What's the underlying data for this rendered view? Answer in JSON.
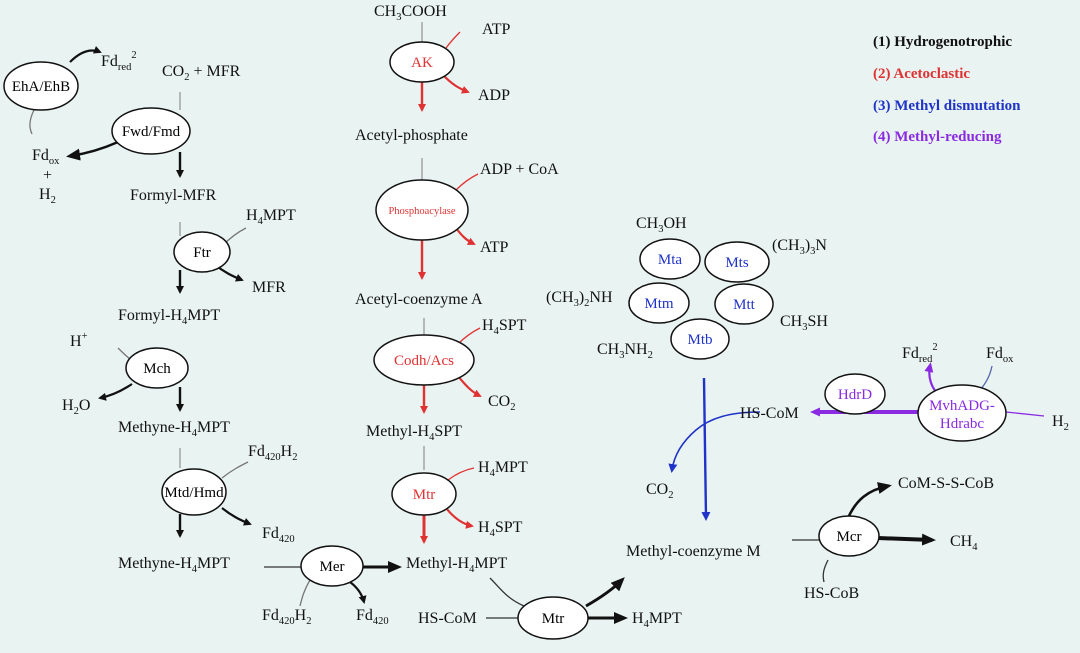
{
  "colors": {
    "background": "#e9f3f1",
    "hydrogenotrophic": "#111111",
    "acetoclastic": "#e03232",
    "methyl_dismutation": "#1f33c8",
    "methyl_reducing": "#8a2be2"
  },
  "legend": [
    {
      "text": "(1) Hydrogenotrophic",
      "color": "#111111"
    },
    {
      "text": "(2) Acetoclastic",
      "color": "#e03232"
    },
    {
      "text": "(3) Methyl dismutation",
      "color": "#1f33c8"
    },
    {
      "text": "(4) Methyl-reducing",
      "color": "#8a2be2"
    }
  ],
  "enzymes": {
    "eha": "EhA/EhB",
    "fwd": "Fwd/Fmd",
    "ftr": "Ftr",
    "mch": "Mch",
    "mtd": "Mtd/Hmd",
    "mer": "Mer",
    "ak": "AK",
    "phos": "Phosphoacylase",
    "codh": "Codh/Acs",
    "mtr_top": "Mtr",
    "mtr_bottom": "Mtr",
    "mta": "Mta",
    "mts": "Mts",
    "mtm": "Mtm",
    "mtt": "Mtt",
    "mtb": "Mtb",
    "hdrd": "HdrD",
    "mvh": "MvhADG-",
    "mvh2": "Hdrabc",
    "mcr": "Mcr"
  },
  "labels": {
    "fd_red_left": [
      "Fd",
      "red",
      "2"
    ],
    "co2_mfr": [
      "CO",
      "2",
      " + MFR"
    ],
    "fd_ox_left": [
      "Fd",
      "ox"
    ],
    "plus": "+",
    "h2_left": [
      "H",
      "2"
    ],
    "formyl_mfr": "Formyl-MFR",
    "h4mpt_ftr": [
      "H",
      "4",
      "MPT"
    ],
    "mfr_out": "MFR",
    "formyl_h4mpt": [
      "Formyl-H",
      "4",
      "MPT"
    ],
    "h_plus": [
      "H",
      "+"
    ],
    "h2o": [
      "H",
      "2",
      "O"
    ],
    "methyne_h4mpt": [
      "Methyne-H",
      "4",
      "MPT"
    ],
    "fd420h2_mtd": [
      "Fd",
      "420",
      "H",
      "2"
    ],
    "fd420_mtd": [
      "Fd",
      "420"
    ],
    "methyne_h4mpt2": [
      "Methyne-H",
      "4",
      "MPT"
    ],
    "fd420h2_mer": [
      "Fd",
      "420",
      "H",
      "2"
    ],
    "fd420_mer": [
      "Fd",
      "420"
    ],
    "ch3cooh": [
      "CH",
      "3",
      "COOH"
    ],
    "atp_ak": "ATP",
    "adp_ak": "ADP",
    "acetyl_phosphate": "Acetyl-phosphate",
    "adp_coa": "ADP + CoA",
    "atp_phos": "ATP",
    "acetyl_coa": "Acetyl-coenzyme A",
    "h4spt_codh": [
      "H",
      "4",
      "SPT"
    ],
    "co2_codh": [
      "CO",
      "2"
    ],
    "methyl_h4spt": [
      "Methyl-H",
      "4",
      "SPT"
    ],
    "h4mpt_mtr": [
      "H",
      "4",
      "MPT"
    ],
    "h4spt_mtr": [
      "H",
      "4",
      "SPT"
    ],
    "methyl_h4mpt": [
      "Methyl-H",
      "4",
      "MPT"
    ],
    "hs_com_bottom": "HS-CoM",
    "h4mpt_bottom": [
      "H",
      "4",
      "MPT"
    ],
    "ch3oh": [
      "CH",
      "3",
      "OH"
    ],
    "ch3_3n": [
      "(CH",
      "3",
      ")",
      "3",
      "N"
    ],
    "ch3_2nh": [
      "(CH",
      "3",
      ")",
      "2",
      "NH"
    ],
    "ch3sh": [
      "CH",
      "3",
      "SH"
    ],
    "ch3nh2": [
      "CH",
      "3",
      "NH",
      "2"
    ],
    "fd_red_right": [
      "Fd",
      "red",
      "2"
    ],
    "fd_ox_right": [
      "Fd",
      "ox"
    ],
    "hs_com_mid": "HS-CoM",
    "h2_right": [
      "H",
      "2"
    ],
    "co2_right": [
      "CO",
      "2"
    ],
    "methyl_com": "Methyl-coenzyme M",
    "com_s_s_cob": "CoM-S-S-CoB",
    "ch4": [
      "CH",
      "4"
    ],
    "hs_cob": "HS-CoB"
  }
}
